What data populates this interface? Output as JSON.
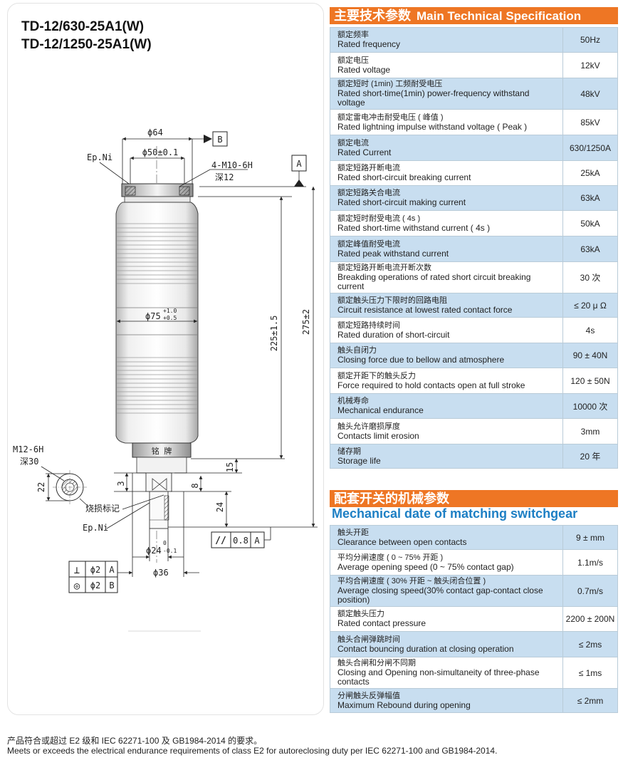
{
  "models": [
    "TD-12/630-25A1(W)",
    "TD-12/1250-25A1(W)"
  ],
  "drawing": {
    "dim_outer_dia": "ϕ64",
    "dim_inner_dia": "ϕ50±0.1",
    "ref_b": "B",
    "ref_a": "A",
    "plating_top": "Ep.Ni",
    "thread_top": "4-M10-6H",
    "thread_top_depth": "深12",
    "body_dia": "ϕ75",
    "body_dia_tol_upper": "+1.0",
    "body_dia_tol_lower": "+0.5",
    "height_inner": "225±1.5",
    "height_total": "275±2",
    "label_plate": "铭 牌",
    "thread_bottom": "M12-6H",
    "thread_bottom_depth": "深30",
    "dim_22": "22",
    "dim_3": "3",
    "dim_15": "15",
    "dim_8": "8",
    "dim_24": "24",
    "erosion_mark": "烧损标记",
    "plating_bottom": "Ep.Ni",
    "parallel_symbol": "//",
    "parallel_tol": "0.8",
    "parallel_ref": "A",
    "stem_dia": "ϕ24",
    "stem_tol_upper": "0",
    "stem_tol_lower": "-0.1",
    "base_dia": "ϕ36",
    "perp_symbol": "⊥",
    "perp_tol": "ϕ2",
    "perp_ref": "A",
    "conc_symbol": "◎",
    "conc_tol": "ϕ2",
    "conc_ref": "B"
  },
  "spec_header": {
    "cn": "主要技术参数",
    "en": "Main Technical Specification"
  },
  "specs": [
    {
      "cn": "额定频率",
      "en": "Rated frequency",
      "value": "50Hz"
    },
    {
      "cn": "额定电压",
      "en": "Rated voltage",
      "value": "12kV"
    },
    {
      "cn": "额定短时 (1min) 工频耐受电压",
      "en": "Rated short-time(1min) power-frequency withstand voltage",
      "value": "48kV"
    },
    {
      "cn": "额定雷电冲击耐受电压 ( 峰值 )",
      "en": "Rated lightning impulse withstand voltage ( Peak )",
      "value": "85kV"
    },
    {
      "cn": "额定电流",
      "en": "Rated Current",
      "value": "630/1250A"
    },
    {
      "cn": "额定短路开断电流",
      "en": "Rated short-circuit breaking current",
      "value": "25kA"
    },
    {
      "cn": "额定短路关合电流",
      "en": "Rated short-circuit making current",
      "value": "63kA"
    },
    {
      "cn": "额定短时耐受电流 ( 4s )",
      "en": "Rated short-time withstand current ( 4s )",
      "value": "50kA"
    },
    {
      "cn": "额定峰值耐受电流",
      "en": "Rated peak withstand current",
      "value": "63kA"
    },
    {
      "cn": "额定短路开断电流开断次数",
      "en": "Breakding operations of rated short circuit breaking current",
      "value": "30 次"
    },
    {
      "cn": "额定触头压力下限时的回路电阻",
      "en": "Circuit resistance at lowest rated contact force",
      "value": "≤ 20 μ Ω"
    },
    {
      "cn": "额定短路持续时间",
      "en": "Rated duration of short-circuit",
      "value": "4s"
    },
    {
      "cn": "触头自闭力",
      "en": "Closing force due to bellow and atmosphere",
      "value": "90 ± 40N"
    },
    {
      "cn": "额定开距下的触头反力",
      "en": "Force required to hold contacts open at full stroke",
      "value": "120 ± 50N"
    },
    {
      "cn": "机械寿命",
      "en": "Mechanical endurance",
      "value": "10000 次"
    },
    {
      "cn": "触头允许磨损厚度",
      "en": "Contacts limit erosion",
      "value": "3mm"
    },
    {
      "cn": "储存期",
      "en": "Storage life",
      "value": "20 年"
    }
  ],
  "mech_header": {
    "cn": "配套开关的机械参数",
    "en": "Mechanical date of matching switchgear"
  },
  "mech": [
    {
      "cn": "触头开距",
      "en": "Clearance between open contacts",
      "value": "9 ± mm"
    },
    {
      "cn": "平均分闸速度 ( 0 ~ 75% 开距 )",
      "en": "Average opening speed (0 ~ 75% contact gap)",
      "value": "1.1m/s"
    },
    {
      "cn": "平均合闸速度 ( 30% 开距 ~ 触头闭合位置 )",
      "en": "Average closing speed(30% contact gap-contact close position)",
      "value": "0.7m/s"
    },
    {
      "cn": "额定触头压力",
      "en": "Rated contact pressure",
      "value": "2200 ± 200N"
    },
    {
      "cn": "触头合闸弹跳时间",
      "en": "Contact bouncing duration at closing operation",
      "value": "≤ 2ms"
    },
    {
      "cn": "触头合闸和分闸不同期",
      "en": "Closing and Opening non-simultaneity of three-phase contacts",
      "value": "≤ 1ms"
    },
    {
      "cn": "分闸触头反弹幅值",
      "en": "Maximum Rebound during opening",
      "value": "≤ 2mm"
    }
  ],
  "footer": {
    "cn": "产品符合或超过 E2 级和 IEC 62271-100 及 GB1984-2014 的要求。",
    "en": "Meets or exceeds the electrical endurance requirements of class E2 for autoreclosing duty per IEC 62271-100 and GB1984-2014."
  }
}
